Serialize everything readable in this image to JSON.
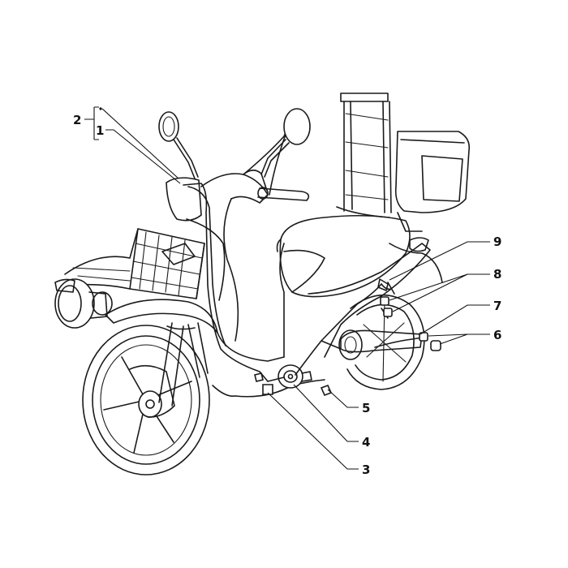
{
  "diagram": {
    "labels": {
      "c1": "1",
      "c2": "2",
      "c3": "3",
      "c4": "4",
      "c5": "5",
      "c6": "6",
      "c7": "7",
      "c8": "8",
      "c9": "9"
    }
  }
}
